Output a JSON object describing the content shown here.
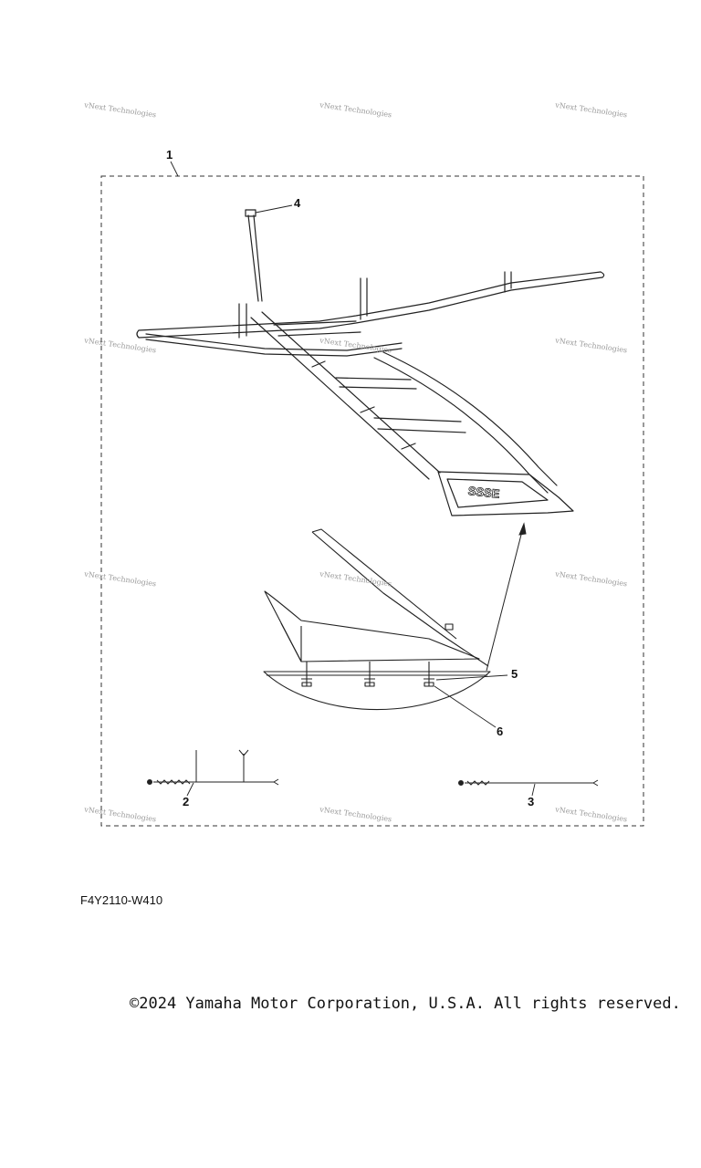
{
  "diagram": {
    "callouts": [
      "1",
      "2",
      "3",
      "4",
      "5",
      "6"
    ],
    "decal_text": "SSSE",
    "watermark": "vNext Technologies",
    "drawing_code": "F4Y2110-W410",
    "copyright": "©2024 Yamaha Motor Corporation, U.S.A. All rights reserved."
  }
}
